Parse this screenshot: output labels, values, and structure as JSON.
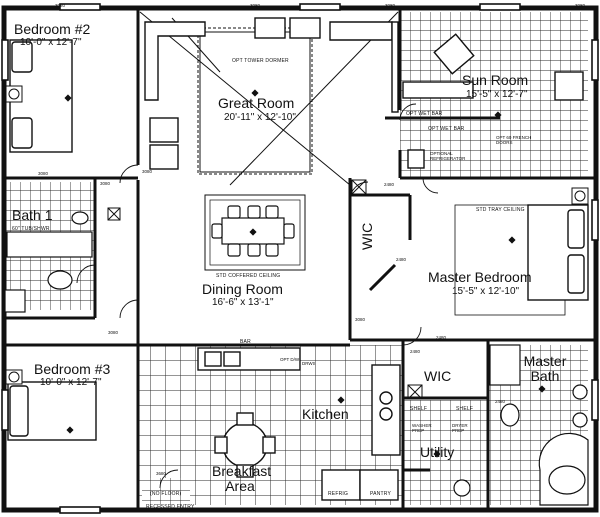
{
  "rooms": {
    "bedroom2": {
      "name": "Bedroom #2",
      "dims": "10'-0\" x 12'-7\""
    },
    "great_room": {
      "name": "Great Room",
      "dims": "20'-11\" x 12'-10\""
    },
    "sun_room": {
      "name": "Sun Room",
      "dims": "15'-5\" x 12'-7\""
    },
    "bath1": {
      "name": "Bath 1"
    },
    "dining_room": {
      "name": "Dining Room",
      "dims": "16'-6\" x 13'-1\""
    },
    "master_bedroom": {
      "name": "Master Bedroom",
      "dims": "15'-5\" x 12'-10\""
    },
    "wic_upper": {
      "name": "WIC"
    },
    "bedroom3": {
      "name": "Bedroom #3",
      "dims": "10'-0\" x 12'-7\""
    },
    "kitchen": {
      "name": "Kitchen"
    },
    "wic_lower": {
      "name": "WIC"
    },
    "master_bath": {
      "name": "Master Bath"
    },
    "utility": {
      "name": "Utility"
    },
    "breakfast": {
      "name": "Breakfast Area"
    }
  },
  "notes": {
    "opt_tower_dormer": "OPT TOWER DORMER",
    "opt_wet_bar_1": "OPT WET BAR",
    "opt_wet_bar_2": "OPT WET BAR",
    "opt_refrigerator": "OPTIONAL REFRIGERATOR",
    "opt_french_doors": "OPT 60 FRENCH DOORS",
    "std_coffered": "STD COFFERED CEILING",
    "std_tray": "STD TRAY CEILING",
    "tub_shwr": "60\" TUB/SHWR",
    "bar": "BAR",
    "opt_dw": "OPT D/W",
    "drws": "DRWS",
    "shelf_a": "SHELF",
    "shelf_b": "SHELF",
    "washer": "WASHER PREP",
    "dryer": "DRYER PREP",
    "refrig": "REFRIG",
    "pantry": "PANTRY",
    "no_floor": "(NO FLOOR)",
    "recessed_entry": "RECESSED ENTRY"
  },
  "door_sizes": {
    "d1": "3080",
    "d2": "3080",
    "d3": "3080",
    "d4": "3080",
    "d5": "3080",
    "d6": "3080",
    "d7": "3080",
    "d8": "2480",
    "d9": "2480",
    "d10": "2480",
    "d11": "3680",
    "d12": "3080",
    "d13": "3080",
    "d14": "2480",
    "d15": "2480"
  },
  "colors": {
    "line": "#1a1a1a",
    "tile": "#3a3a3a",
    "paper": "#ffffff"
  }
}
